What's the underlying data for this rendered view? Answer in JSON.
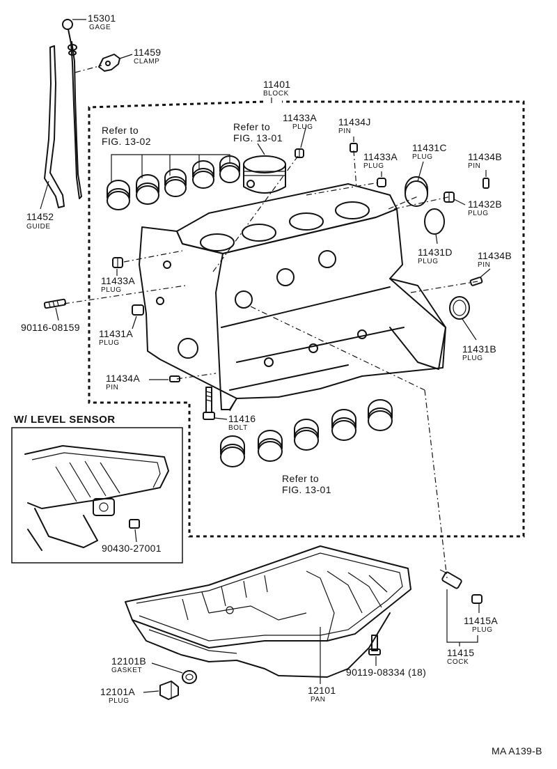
{
  "section": {
    "number": "11401",
    "name": "BLOCK"
  },
  "inset": {
    "title": "W/ LEVEL SENSOR"
  },
  "parts": {
    "gage": {
      "number": "15301",
      "name": "GAGE"
    },
    "clamp": {
      "number": "11459",
      "name": "CLAMP"
    },
    "guide": {
      "number": "11452",
      "name": "GUIDE"
    },
    "plug_11433a_top": {
      "number": "11433A",
      "name": "PLUG"
    },
    "pin_11434j": {
      "number": "11434J",
      "name": "PIN"
    },
    "plug_11433a_mid": {
      "number": "11433A",
      "name": "PLUG"
    },
    "plug_11431c": {
      "number": "11431C",
      "name": "PLUG"
    },
    "pin_11434b_top": {
      "number": "11434B",
      "name": "PIN"
    },
    "plug_11432b": {
      "number": "11432B",
      "name": "PLUG"
    },
    "plug_11431d": {
      "number": "11431D",
      "name": "PLUG"
    },
    "pin_11434b_mid": {
      "number": "11434B",
      "name": "PIN"
    },
    "plug_11433a_left": {
      "number": "11433A",
      "name": "PLUG"
    },
    "stud": {
      "number": "90116-08159"
    },
    "plug_11431a": {
      "number": "11431A",
      "name": "PLUG"
    },
    "plug_11431b": {
      "number": "11431B",
      "name": "PLUG"
    },
    "pin_11434a": {
      "number": "11434A",
      "name": "PIN"
    },
    "bolt": {
      "number": "11416",
      "name": "BOLT"
    },
    "sensor_plug": {
      "number": "90430-27001"
    },
    "plug_11415a": {
      "number": "11415A",
      "name": "PLUG"
    },
    "cock": {
      "number": "11415",
      "name": "COCK"
    },
    "gasket": {
      "number": "12101B",
      "name": "GASKET"
    },
    "drain_plug": {
      "number": "12101A",
      "name": "PLUG"
    },
    "pan_bolt": {
      "number": "90119-08334 (18)"
    },
    "pan": {
      "number": "12101",
      "name": "PAN"
    }
  },
  "refs": {
    "bearings_main": {
      "line1": "Refer to",
      "line2": "FIG. 13-02"
    },
    "piston": {
      "line1": "Refer to",
      "line2": "FIG. 13-01"
    },
    "bearings_rod": {
      "line1": "Refer to",
      "line2": "FIG. 13-01"
    }
  },
  "footer": {
    "code": "MA A139-B"
  }
}
